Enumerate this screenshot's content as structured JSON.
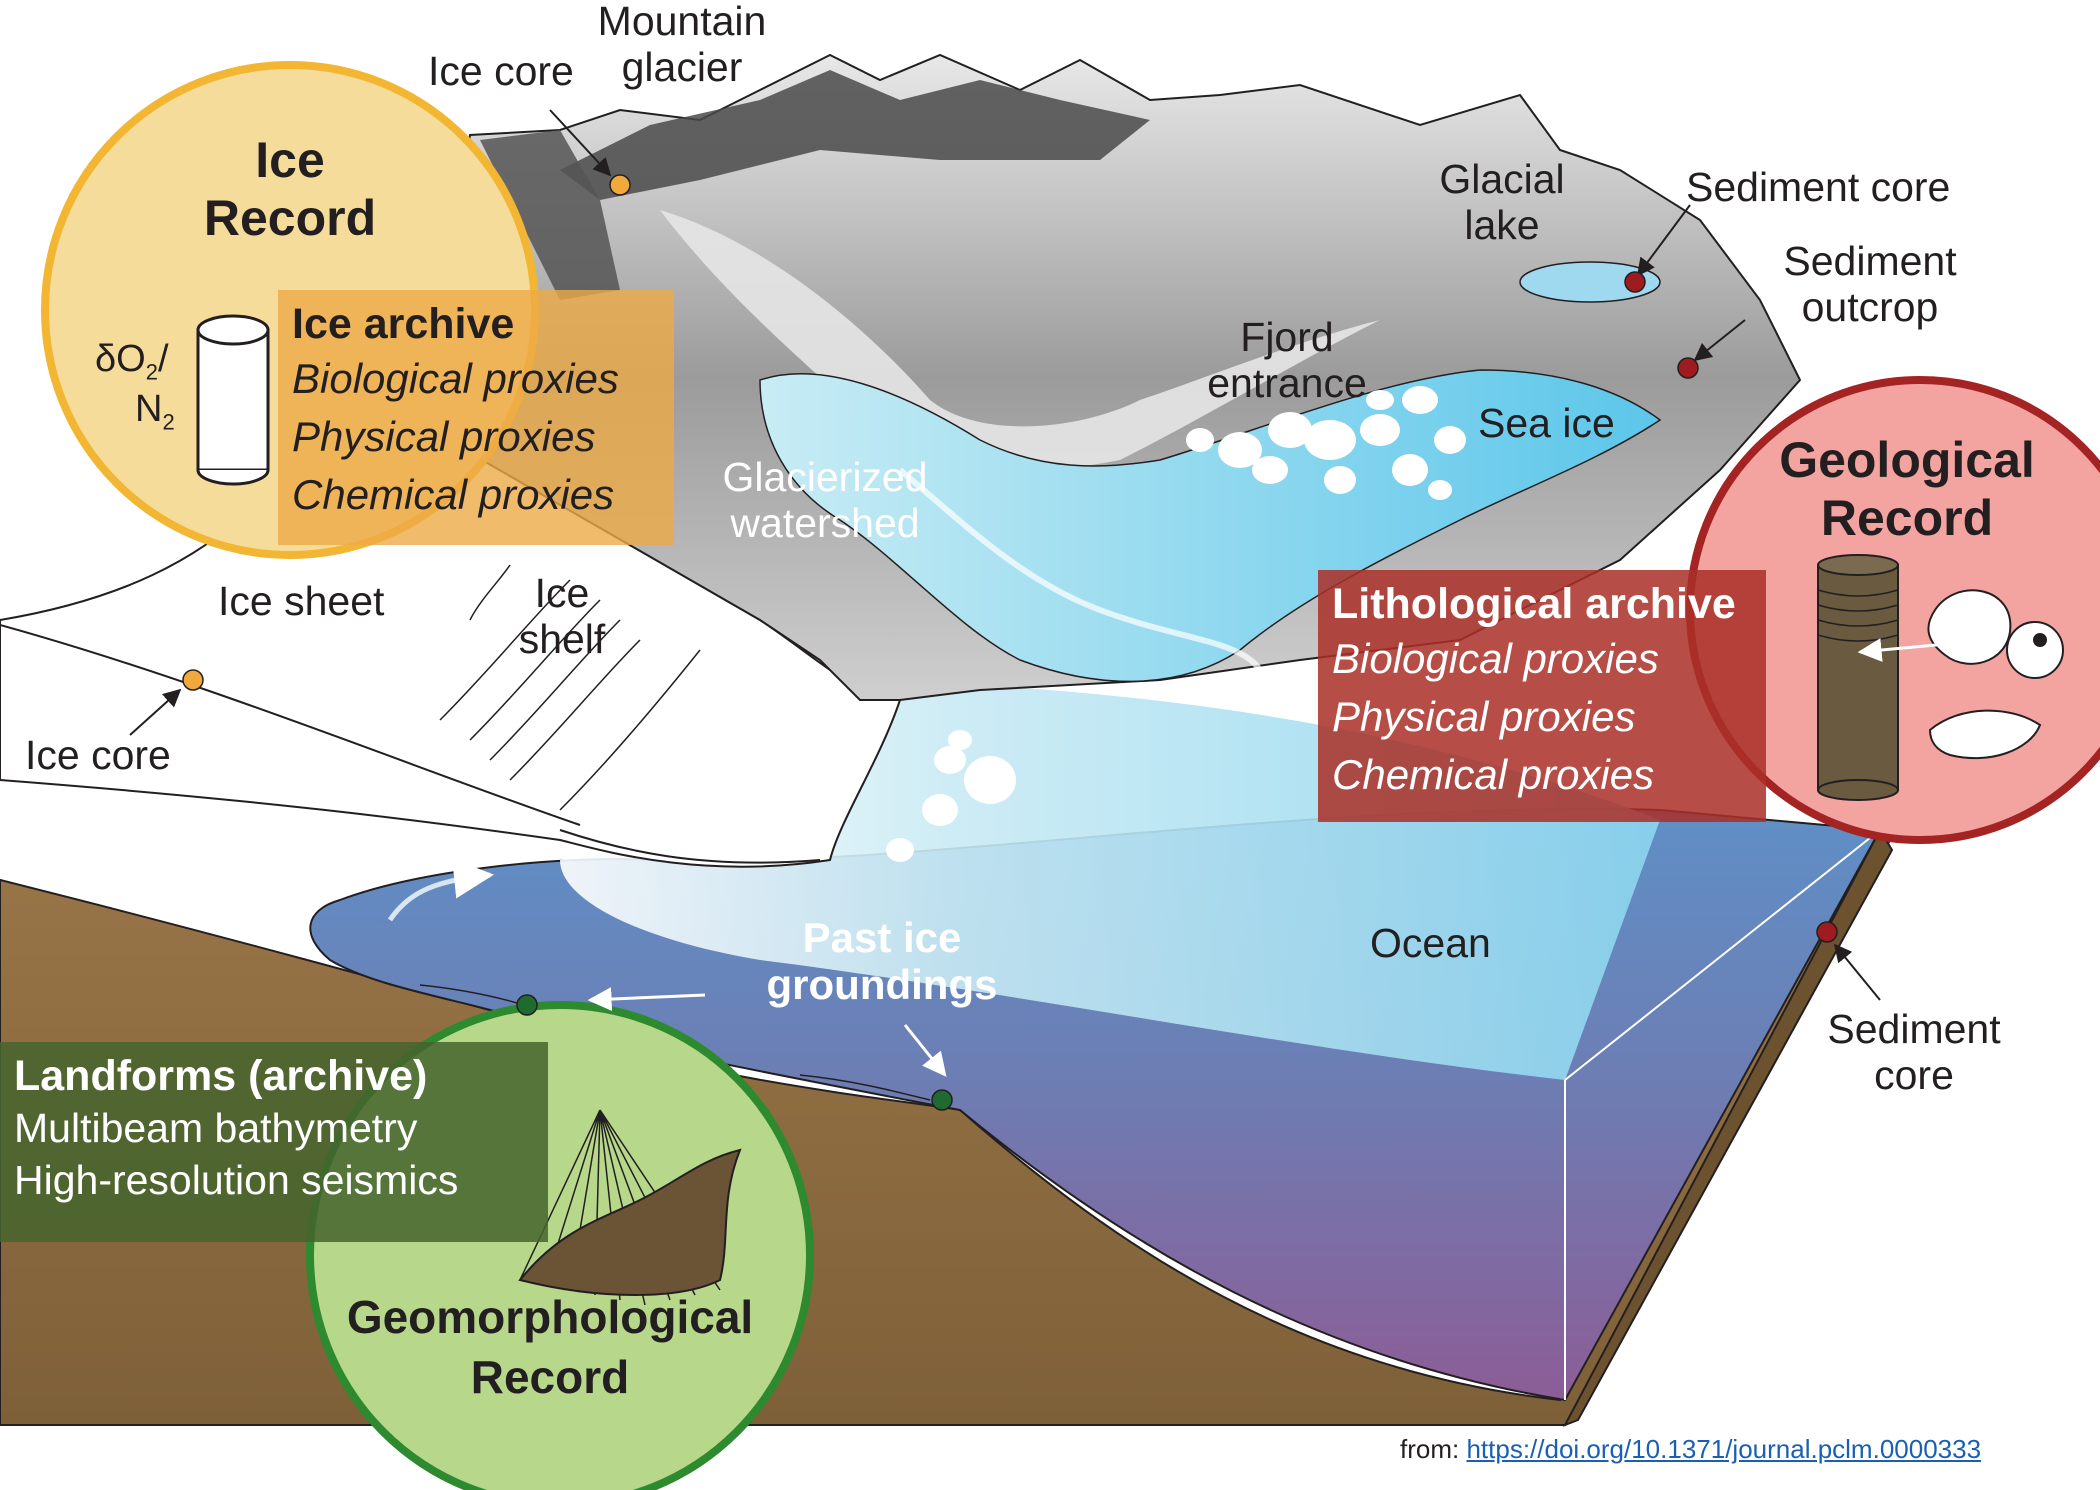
{
  "circles": {
    "ice": {
      "title_line1": "Ice",
      "title_line2": "Record",
      "fill": "#f6dc9a",
      "stroke": "#f2b632"
    },
    "geological": {
      "title_line1": "Geological",
      "title_line2": "Record",
      "fill": "#f3a3a0",
      "stroke": "#a42424"
    },
    "geomorphological": {
      "title_line1": "Geomorphological",
      "title_line2": "Record",
      "fill": "#b7d88b",
      "stroke": "#2e8a2e"
    }
  },
  "ice_archive": {
    "heading": "Ice archive",
    "items": [
      "Biological proxies",
      "Physical proxies",
      "Chemical proxies"
    ],
    "gas_ratio": {
      "top": "δO",
      "top_sub": "2",
      "slash": "/",
      "bottom": "N",
      "bottom_sub": "2"
    }
  },
  "lithological_archive": {
    "heading": "Lithological archive",
    "items": [
      "Biological proxies",
      "Physical proxies",
      "Chemical proxies"
    ]
  },
  "landforms_archive": {
    "heading": "Landforms (archive)",
    "items": [
      "Multibeam bathymetry",
      "High-resolution seismics"
    ]
  },
  "labels": {
    "mountain_glacier": [
      "Mountain",
      "glacier"
    ],
    "ice_core_top": "Ice core",
    "glacial_lake": [
      "Glacial",
      "lake"
    ],
    "sediment_core_top": "Sediment core",
    "sediment_outcrop": [
      "Sediment",
      "outcrop"
    ],
    "fjord_entrance": [
      "Fjord",
      "entrance"
    ],
    "sea_ice": "Sea ice",
    "glacierized_watershed": [
      "Glacierized",
      "watershed"
    ],
    "ice_sheet": "Ice sheet",
    "ice_shelf": [
      "Ice",
      "shelf"
    ],
    "ice_core_left": "Ice core",
    "ocean": "Ocean",
    "past_ice_groundings": [
      "Past ice",
      "groundings"
    ],
    "sediment_core_right": [
      "Sediment",
      "core"
    ]
  },
  "credit": {
    "prefix": "from: ",
    "link": "https://doi.org/10.1371/journal.pclm.0000333"
  },
  "colors": {
    "ice_core_marker": "#f2a93b",
    "sediment_marker": "#9e1b20",
    "grounding_marker": "#1f6b2f",
    "ocean_top": "#8fd3ec",
    "ocean_bottom": "#8a5a95",
    "seabed": "#8a6a3f"
  }
}
